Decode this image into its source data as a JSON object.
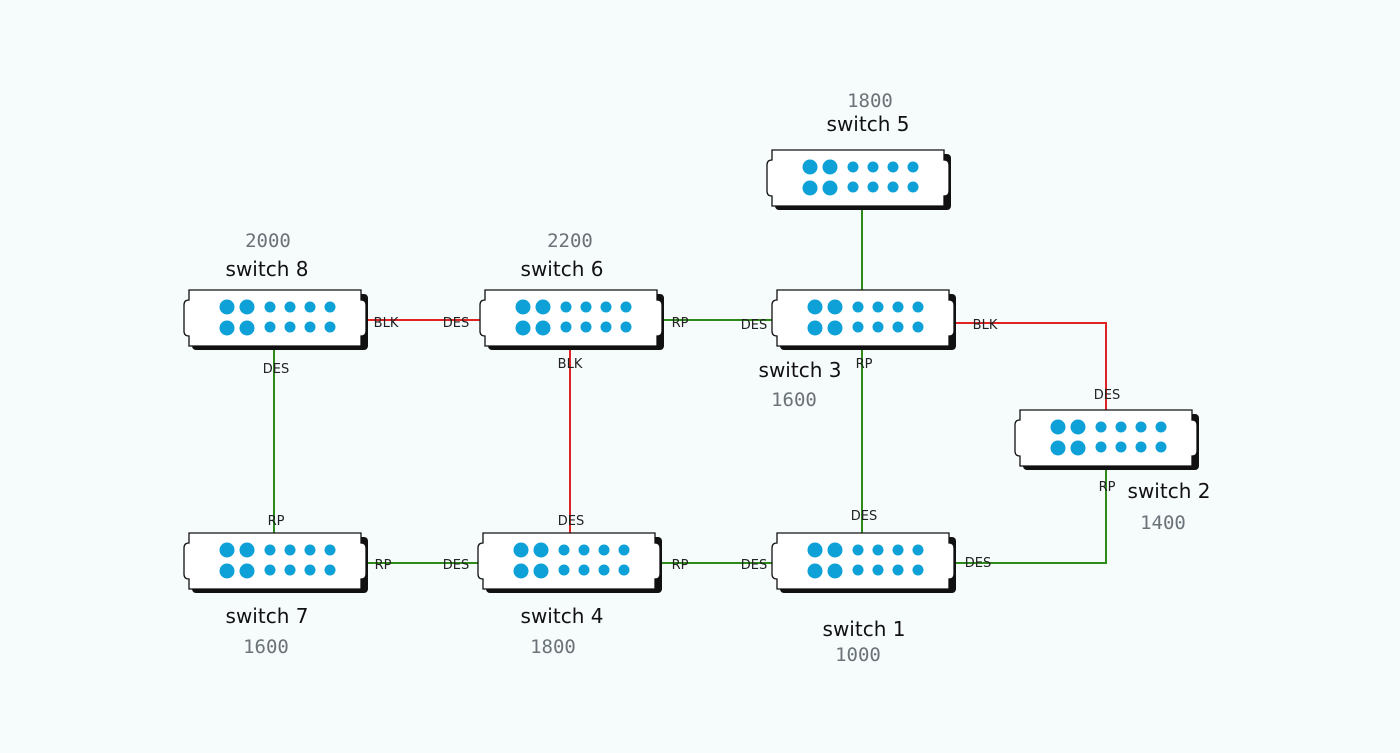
{
  "colors": {
    "background": "#f6fbfc",
    "forwarding_link": "#2e8b1a",
    "blocked_link": "#e02424",
    "led": "#0ea1d8",
    "root_label": "#e33333",
    "text": "#111111",
    "cost_text": "#6b7378"
  },
  "switches": [
    {
      "id": "s1",
      "name": "switch 1",
      "cost": "1000",
      "is_root": true
    },
    {
      "id": "s2",
      "name": "switch 2",
      "cost": "1400"
    },
    {
      "id": "s3",
      "name": "switch 3",
      "cost": "1600"
    },
    {
      "id": "s4",
      "name": "switch 4",
      "cost": "1800"
    },
    {
      "id": "s5",
      "name": "switch 5",
      "cost": "1800"
    },
    {
      "id": "s6",
      "name": "switch 6",
      "cost": "2200"
    },
    {
      "id": "s7",
      "name": "switch 7",
      "cost": "1600"
    },
    {
      "id": "s8",
      "name": "switch 8",
      "cost": "2000"
    }
  ],
  "links": [
    {
      "from": "s8",
      "to": "s6",
      "status": "blocked",
      "from_port": "BLK",
      "to_port": "DES"
    },
    {
      "from": "s6",
      "to": "s3",
      "status": "forwarding",
      "from_port": "RP",
      "to_port": "DES"
    },
    {
      "from": "s3",
      "to": "s2",
      "status": "blocked",
      "from_port": "BLK",
      "to_port": "DES"
    },
    {
      "from": "s5",
      "to": "s3",
      "status": "forwarding",
      "from_port": "",
      "to_port": ""
    },
    {
      "from": "s8",
      "to": "s7",
      "status": "forwarding",
      "from_port": "DES",
      "to_port": "RP"
    },
    {
      "from": "s6",
      "to": "s4",
      "status": "blocked",
      "from_port": "BLK",
      "to_port": "DES"
    },
    {
      "from": "s3",
      "to": "s1",
      "status": "forwarding",
      "from_port": "RP",
      "to_port": "DES"
    },
    {
      "from": "s7",
      "to": "s4",
      "status": "forwarding",
      "from_port": "RP",
      "to_port": "DES"
    },
    {
      "from": "s4",
      "to": "s1",
      "status": "forwarding",
      "from_port": "RP",
      "to_port": "DES"
    },
    {
      "from": "s2",
      "to": "s1",
      "status": "forwarding",
      "from_port": "RP",
      "to_port": "DES"
    }
  ]
}
